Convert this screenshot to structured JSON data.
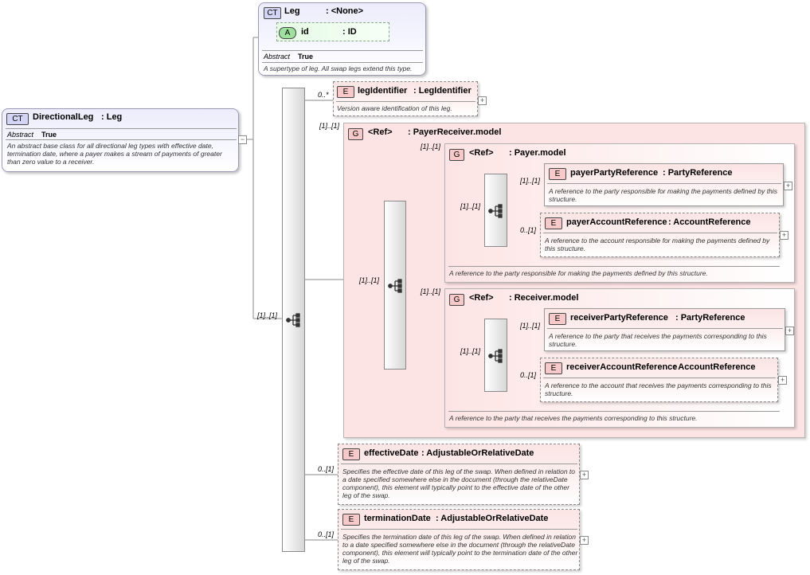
{
  "leg": {
    "badge": "CT",
    "name": "Leg",
    "type": ": <None>",
    "attr_badge": "A",
    "attr_name": "id",
    "attr_type": ": ID",
    "prop_key": "Abstract",
    "prop_value": "True",
    "description": "A supertype of leg. All swap legs extend this type."
  },
  "directional": {
    "badge": "CT",
    "name": "DirectionalLeg",
    "type": ": Leg",
    "prop_key": "Abstract",
    "prop_value": "True",
    "description": "An abstract base class for all directional leg types with effective date, termination date, where a payer makes a stream of payments of greater than zero value to a receiver.",
    "card": "[1]..[1]"
  },
  "legIdentifier": {
    "badge": "E",
    "name": "legIdentifier",
    "type": ": LegIdentifier",
    "description": "Version aware identification of this leg.",
    "card": "0..*"
  },
  "payerReceiver": {
    "badge": "G",
    "ref": "<Ref>",
    "name": ": PayerReceiver.model",
    "card": "[1]..[1]",
    "seq_card": "[1]..[1]"
  },
  "payer": {
    "badge": "G",
    "ref": "<Ref>",
    "name": ": Payer.model",
    "card": "[1]..[1]",
    "seq_card": "[1]..[1]",
    "description": "A reference to the party responsible for making the payments defined by this structure.",
    "party": {
      "badge": "E",
      "name": "payerPartyReference",
      "type": ": PartyReference",
      "description": "A reference to the party responsible for making the payments defined by this structure.",
      "card": "[1]..[1]"
    },
    "account": {
      "badge": "E",
      "name": "payerAccountReference",
      "type": ": AccountReference",
      "description": "A reference to the account responsible for making the payments defined by this structure.",
      "card": "0..[1]"
    }
  },
  "receiver": {
    "badge": "G",
    "ref": "<Ref>",
    "name": ": Receiver.model",
    "card": "[1]..[1]",
    "seq_card": "[1]..[1]",
    "description": "A reference to the party that receives the payments corresponding to this structure.",
    "party": {
      "badge": "E",
      "name": "receiverPartyReference",
      "type": ": PartyReference",
      "description": "A reference to the party that receives the payments corresponding to this structure.",
      "card": "[1]..[1]"
    },
    "account": {
      "badge": "E",
      "name": "receiverAccountReference",
      "type": ": AccountReference",
      "description": "A reference to the account that receives the payments corresponding to this structure.",
      "card": "0..[1]"
    }
  },
  "effectiveDate": {
    "badge": "E",
    "name": "effectiveDate",
    "type": ": AdjustableOrRelativeDate",
    "description": "Specifies the effective date of this leg of the swap. When defined in relation to a date specified somewhere else in the document (through the relativeDate component), this element will typically point to the effective date of the other leg of the swap.",
    "card": "0..[1]"
  },
  "terminationDate": {
    "badge": "E",
    "name": "terminationDate",
    "type": ": AdjustableOrRelativeDate",
    "description": "Specifies the termination date of this leg of the swap. When defined in relation to a date specified somewhere else in the document (through the relativeDate component), this element will typically point to the termination date of the other leg of the swap.",
    "card": "0..[1]"
  },
  "icons": {
    "expand": "+",
    "collapse": "−",
    "sequence": "sequence-icon"
  },
  "colors": {
    "ct_border": "#9a9ab8",
    "element_fill": "#fbe4e4",
    "group_fill": "#fde4e4",
    "attr_fill": "#9fe09f"
  }
}
